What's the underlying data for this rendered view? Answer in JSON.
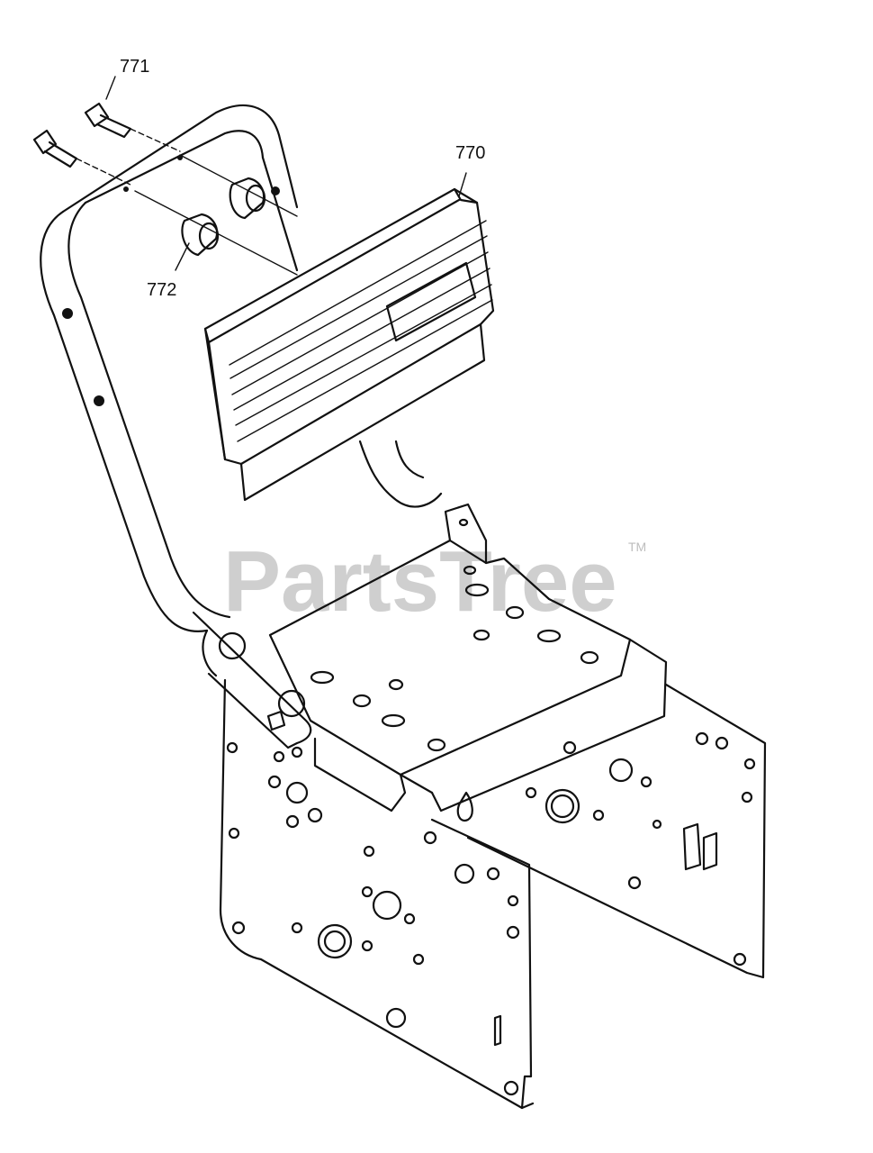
{
  "watermark": {
    "text": "PartsTree",
    "trademark": "TM"
  },
  "callouts": {
    "bolt": "771",
    "panel": "770",
    "spacer": "772"
  }
}
